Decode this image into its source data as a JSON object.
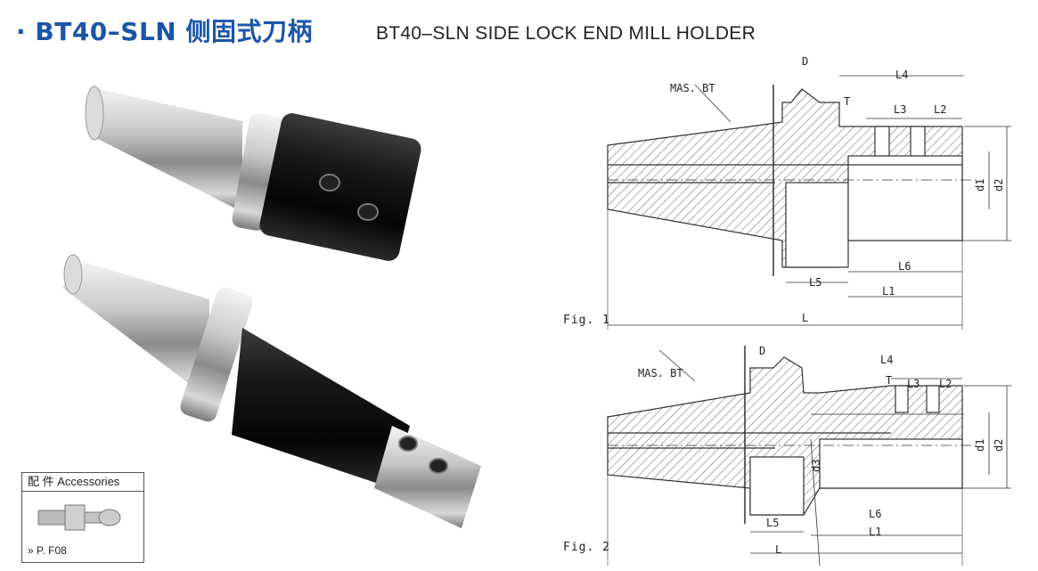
{
  "header": {
    "title": "· BT40–SLN 侧固式刀柄",
    "subtitle": "BT40–SLN SIDE LOCK END MILL HOLDER"
  },
  "accessories": {
    "heading": "配  件  Accessories",
    "ref": "» P. F08"
  },
  "fig1": {
    "label": "Fig. 1",
    "mas": "MAS. BT",
    "dims": {
      "D": "D",
      "L4": "L4",
      "T": "T",
      "L3": "L3",
      "L2": "L2",
      "d1": "d1",
      "d2": "d2",
      "L6": "L6",
      "L5": "L5",
      "L1": "L1",
      "L": "L"
    }
  },
  "fig2": {
    "label": "Fig. 2",
    "mas": "MAS. BT",
    "dims": {
      "D": "D",
      "L4": "L4",
      "T": "T",
      "L3": "L3",
      "L2": "L2",
      "d1": "d1",
      "d2": "d2",
      "d3": "d3",
      "L6": "L6",
      "L5": "L5",
      "L1": "L1",
      "L": "L"
    }
  },
  "colors": {
    "title": "#1a55a8",
    "line": "#333333",
    "hatch": "#555555"
  }
}
